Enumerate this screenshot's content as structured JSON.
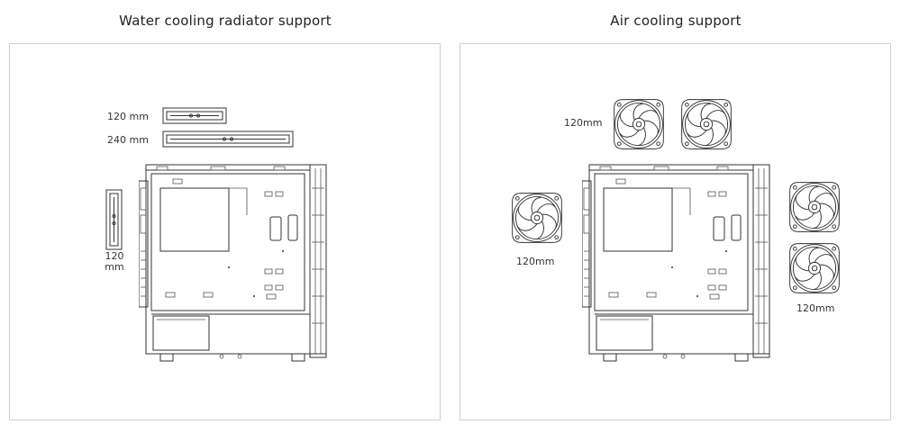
{
  "panels": {
    "water": {
      "title": "Water cooling radiator support",
      "labels": {
        "top_short": "120 mm",
        "top_long": "240 mm",
        "rear_line1": "120",
        "rear_line2": "mm"
      }
    },
    "air": {
      "title": "Air cooling support",
      "labels": {
        "top": "120mm",
        "rear": "120mm",
        "front": "120mm"
      }
    }
  },
  "colors": {
    "line": "#333333",
    "border": "#cfcfcf",
    "text": "#222222"
  }
}
